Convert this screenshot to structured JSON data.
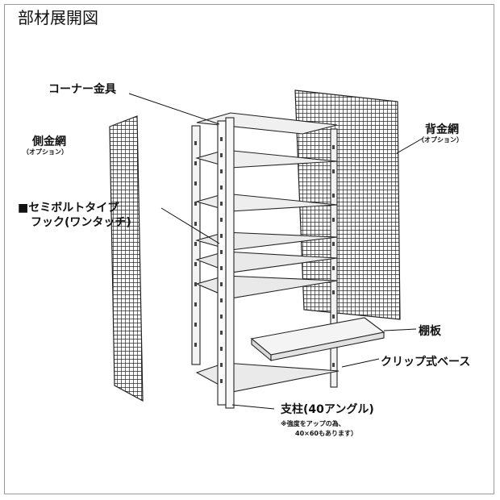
{
  "title": "部材展開図",
  "labels": {
    "corner": "コーナー金具",
    "side_net": "側金網",
    "side_net_sub": "（オプション）",
    "back_net": "背金網",
    "back_net_sub": "（オプション）",
    "hook_line1": "■セミボルトタイプ",
    "hook_line2": "フック(ワンタッチ)",
    "shelf": "棚板",
    "base": "クリップ式ベース",
    "post": "支柱(40アングル)",
    "post_note1": "※強度をアップの為、",
    "post_note2": "40×60もあります）"
  }
}
